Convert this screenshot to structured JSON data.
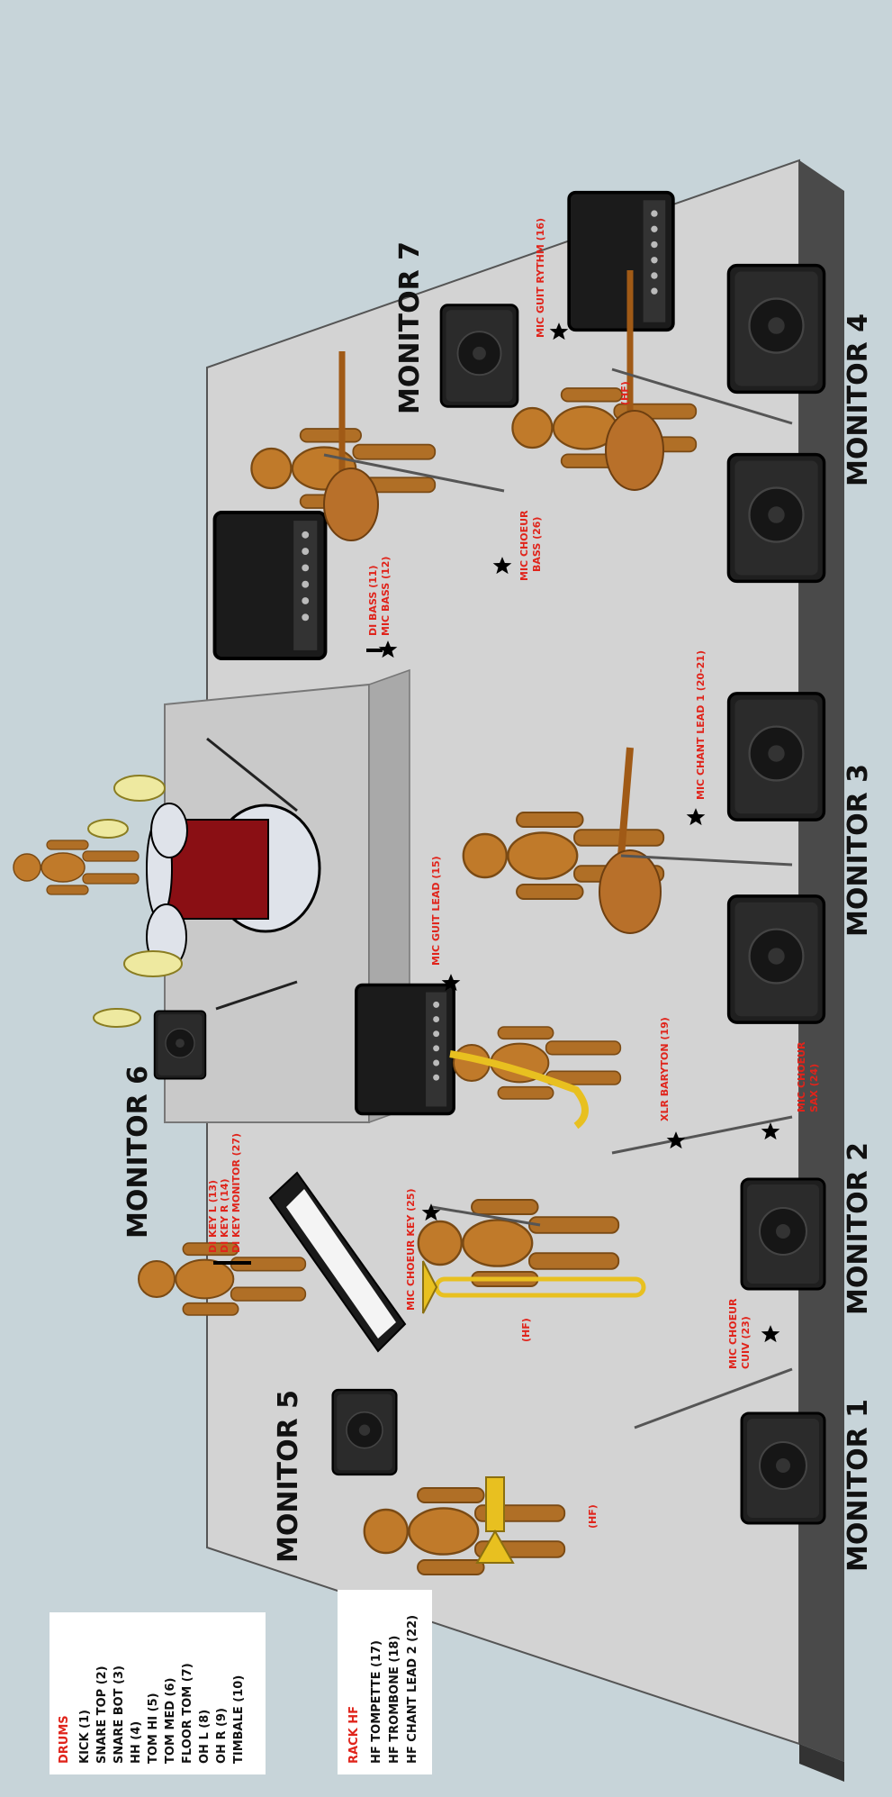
{
  "monitors": {
    "m1": "MONITOR 1",
    "m2": "MONITOR 2",
    "m3": "MONITOR 3",
    "m4": "MONITOR 4",
    "m5": "MONITOR 5",
    "m6": "MONITOR 6",
    "m7": "MONITOR 7"
  },
  "labels": {
    "hf_trumpet": "(HF)",
    "hf_trombone": "(HF)",
    "hf_guitar": "(HF)",
    "mic_choeur_cuiv_1": "MIC CHOEUR",
    "mic_choeur_cuiv_2": "CUIV (23)",
    "mic_choeur_sax_1": "MIC CHOEUR",
    "mic_choeur_sax_2": "SAX (24)",
    "xlr_baryton": "XLR BARYTON (19)",
    "mic_choeur_key": "MIC CHOEUR KEY (25)",
    "di_key_l": "DI KEY L (13)",
    "di_key_r": "DI KEY R (14)",
    "di_key_monitor": "DI KEY MONITOR (27)",
    "mic_guit_lead": "MIC GUIT LEAD (15)",
    "mic_chant_lead": "MIC CHANT LEAD 1 (20-21)",
    "di_bass": "DI BASS (11)",
    "mic_bass": "MIC BASS (12)",
    "mic_choeur_bass_1": "MIC CHOEUR",
    "mic_choeur_bass_2": "BASS (26)",
    "mic_guit_rythm": "MIC GUIT RYTHM (16)"
  },
  "legend_drums": {
    "title": "DRUMS",
    "items": [
      "KICK (1)",
      "SNARE TOP (2)",
      "SNARE BOT (3)",
      "HH (4)",
      "TOM HI (5)",
      "TOM MED (6)",
      "FLOOR TOM (7)",
      "OH L (8)",
      "OH R (9)",
      "TIMBALE (10)"
    ]
  },
  "legend_rack": {
    "title": "RACK HF",
    "items": [
      "HF TOMPETTE (17)",
      "HF TROMBONE (18)",
      "HF CHANT LEAD 2 (22)"
    ]
  },
  "colors": {
    "background": "#c7d4d9",
    "stage": "#d3d3d3",
    "riser": "#c9c9c9",
    "label_red": "#e0241b",
    "wood": "#c07a2a",
    "brass": "#e8c020",
    "drum_red": "#8a0f14"
  }
}
